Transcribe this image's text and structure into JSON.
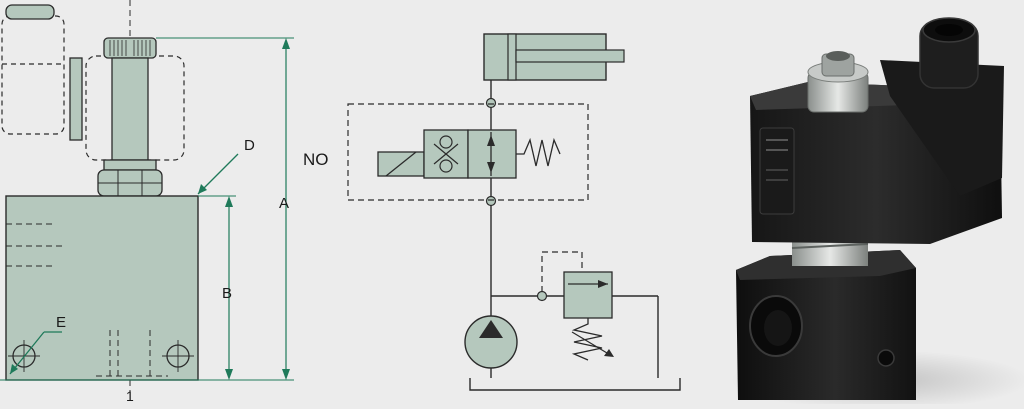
{
  "drawing": {
    "labels": {
      "a": "A",
      "b": "B",
      "d": "D",
      "e": "E",
      "port": "1"
    }
  },
  "schematic": {
    "mode_label": "NO"
  },
  "colors": {
    "background": "#ececec",
    "fill": "#b5c8bd",
    "line": "#2b2b2b",
    "dimension": "#1f7a5a",
    "product_body": "#202020"
  }
}
